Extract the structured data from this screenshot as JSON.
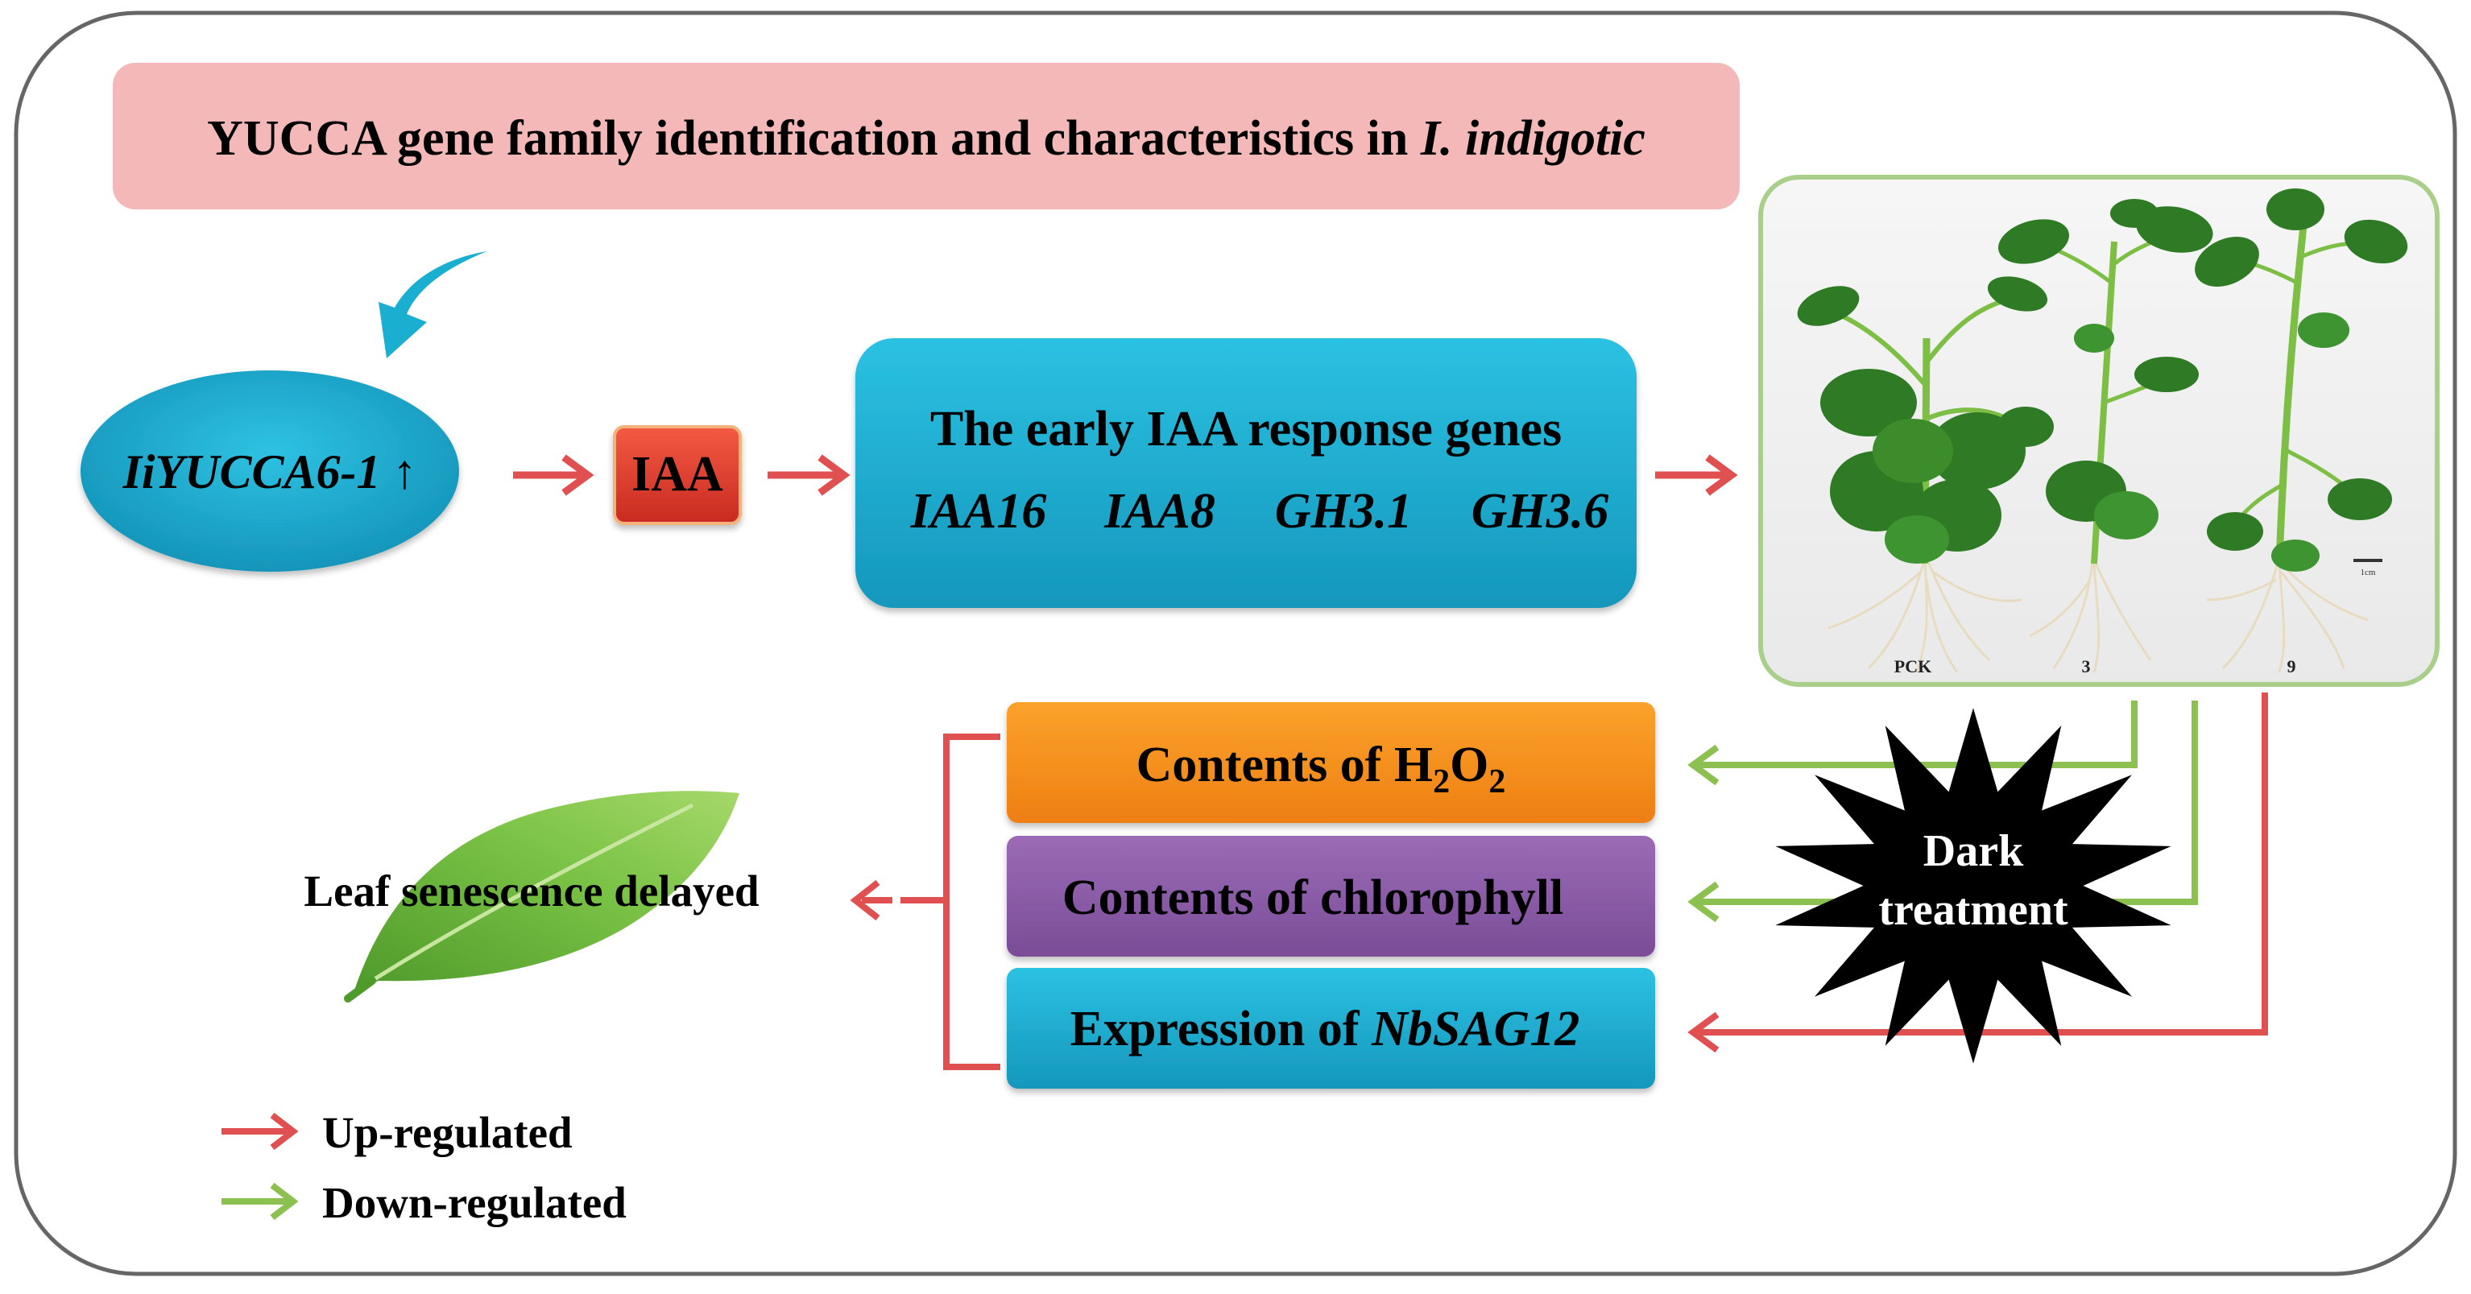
{
  "title": {
    "text_plain": "YUCCA gene family identification and characteristics in ",
    "text_italic": "I. indigotic",
    "color": "#F4B8B8"
  },
  "nodes": {
    "yucca": {
      "label": "IiYUCCA6-1 ↑",
      "color": "#1AAFD1"
    },
    "iaa": {
      "label": "IAA",
      "color": "#E03A2E"
    },
    "early_genes": {
      "title": "The early IAA response genes",
      "genes": [
        "IAA16",
        "IAA8",
        "GH3.1",
        "GH3.6"
      ],
      "color": "#1CB0D4"
    },
    "photo": {
      "labels": [
        "PCK",
        "3",
        "9"
      ],
      "scale_label": "1cm",
      "border_color": "#A9CF8A"
    },
    "h2o2": {
      "prefix": "Contents of H",
      "sub1": "2",
      "mid": "O",
      "sub2": "2",
      "color": "#F39019"
    },
    "chlorophyll": {
      "label": "Contents of chlorophyll",
      "color": "#8B5BA5"
    },
    "sag12": {
      "prefix": "Expression of ",
      "italic": "NbSAG12",
      "color": "#1AAED0"
    },
    "dark": {
      "line1": "Dark",
      "line2": "treatment"
    },
    "leaf": {
      "label": "Leaf senescence delayed",
      "color": "#6DB33F"
    }
  },
  "legend": {
    "items": [
      {
        "label": "Up-regulated",
        "color": "#E05050"
      },
      {
        "label": "Down-regulated",
        "color": "#8CC152"
      }
    ]
  },
  "colors": {
    "up_arrow": "#E05050",
    "down_arrow": "#8CC152",
    "curved_arrow": "#1AAFD1",
    "frame": "#666666"
  }
}
